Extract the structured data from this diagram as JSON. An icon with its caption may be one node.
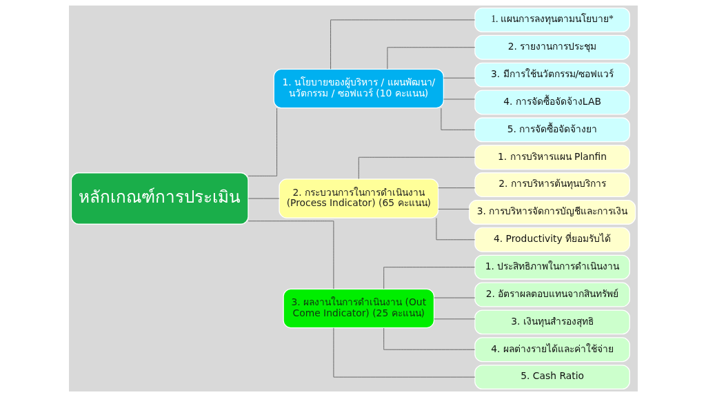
{
  "diagram": {
    "nodes": [
      {
        "text": [
          "หลักเกณฑ์การประเมิน"
        ]
      },
      {
        "text": [
          "1. นโยบายของผู้บริหาร / แผนพัฒนา/ นวัตกรรม / ซอฟแวร์ (10 คะแนน)"
        ]
      },
      {
        "text": [
          "2. กระบวนการในการดำเนินงาน (Process Indicator) (65 คะแนน)"
        ]
      },
      {
        "text": [
          "3. ผลงานในการดำเนินงาน (Out Come Indicator) (25 คะแนน)"
        ]
      },
      {
        "text": [
          "1. แผนการลงทุนตามนโยบาย*"
        ]
      },
      {
        "text": [
          "2. รายงานการประชุม"
        ]
      },
      {
        "text": [
          "3. มีการใช้นวัตกรรม/ซอฟแวร์"
        ]
      },
      {
        "text": [
          "4. การจัดซื้อจัดจ้างLAB"
        ]
      },
      {
        "text": [
          "5. การจัดซื้อจัดจ้างยา"
        ]
      },
      {
        "text": [
          "1. การบริหารแผน Planfin"
        ]
      },
      {
        "text": [
          "2. การบริหารต้นทุนบริการ"
        ]
      },
      {
        "text": [
          "3. การบริหารจัดการบัญชีและการเงิน"
        ]
      },
      {
        "text": [
          "4. Productivity ที่ยอมรับได้"
        ]
      },
      {
        "text": [
          "1. ประสิทธิภาพในการดำเนินงาน"
        ]
      },
      {
        "text": [
          "2. อัตราผลตอบแทนจากสินทรัพย์"
        ]
      },
      {
        "text": [
          "3. เงินทุนสำรองสุทธิ"
        ]
      },
      {
        "text": [
          "4. ผลต่างรายได้และค่าใช้จ่าย"
        ]
      },
      {
        "text": [
          "5. Cash Ratio"
        ]
      }
    ],
    "edges": [
      {
        "from": 0,
        "to": 1,
        "arrow": "none"
      },
      {
        "from": 0,
        "to": 2,
        "arrow": "none"
      },
      {
        "from": 0,
        "to": 3,
        "arrow": "none"
      },
      {
        "from": 1,
        "to": 4,
        "arrow": "none"
      },
      {
        "from": 1,
        "to": 5,
        "arrow": "none"
      },
      {
        "from": 1,
        "to": 6,
        "arrow": "none"
      },
      {
        "from": 1,
        "to": 7,
        "arrow": "none"
      },
      {
        "from": 1,
        "to": 8,
        "arrow": "none"
      },
      {
        "from": 2,
        "to": 9,
        "arrow": "none"
      },
      {
        "from": 2,
        "to": 10,
        "arrow": "none"
      },
      {
        "from": 2,
        "to": 11,
        "arrow": "none"
      },
      {
        "from": 2,
        "to": 12,
        "arrow": "none"
      },
      {
        "from": 3,
        "to": 13,
        "arrow": "none"
      },
      {
        "from": 3,
        "to": 14,
        "arrow": "none"
      },
      {
        "from": 3,
        "to": 15,
        "arrow": "none"
      },
      {
        "from": 3,
        "to": 16,
        "arrow": "none"
      },
      {
        "from": 3,
        "to": 17,
        "arrow": "none"
      }
    ]
  }
}
